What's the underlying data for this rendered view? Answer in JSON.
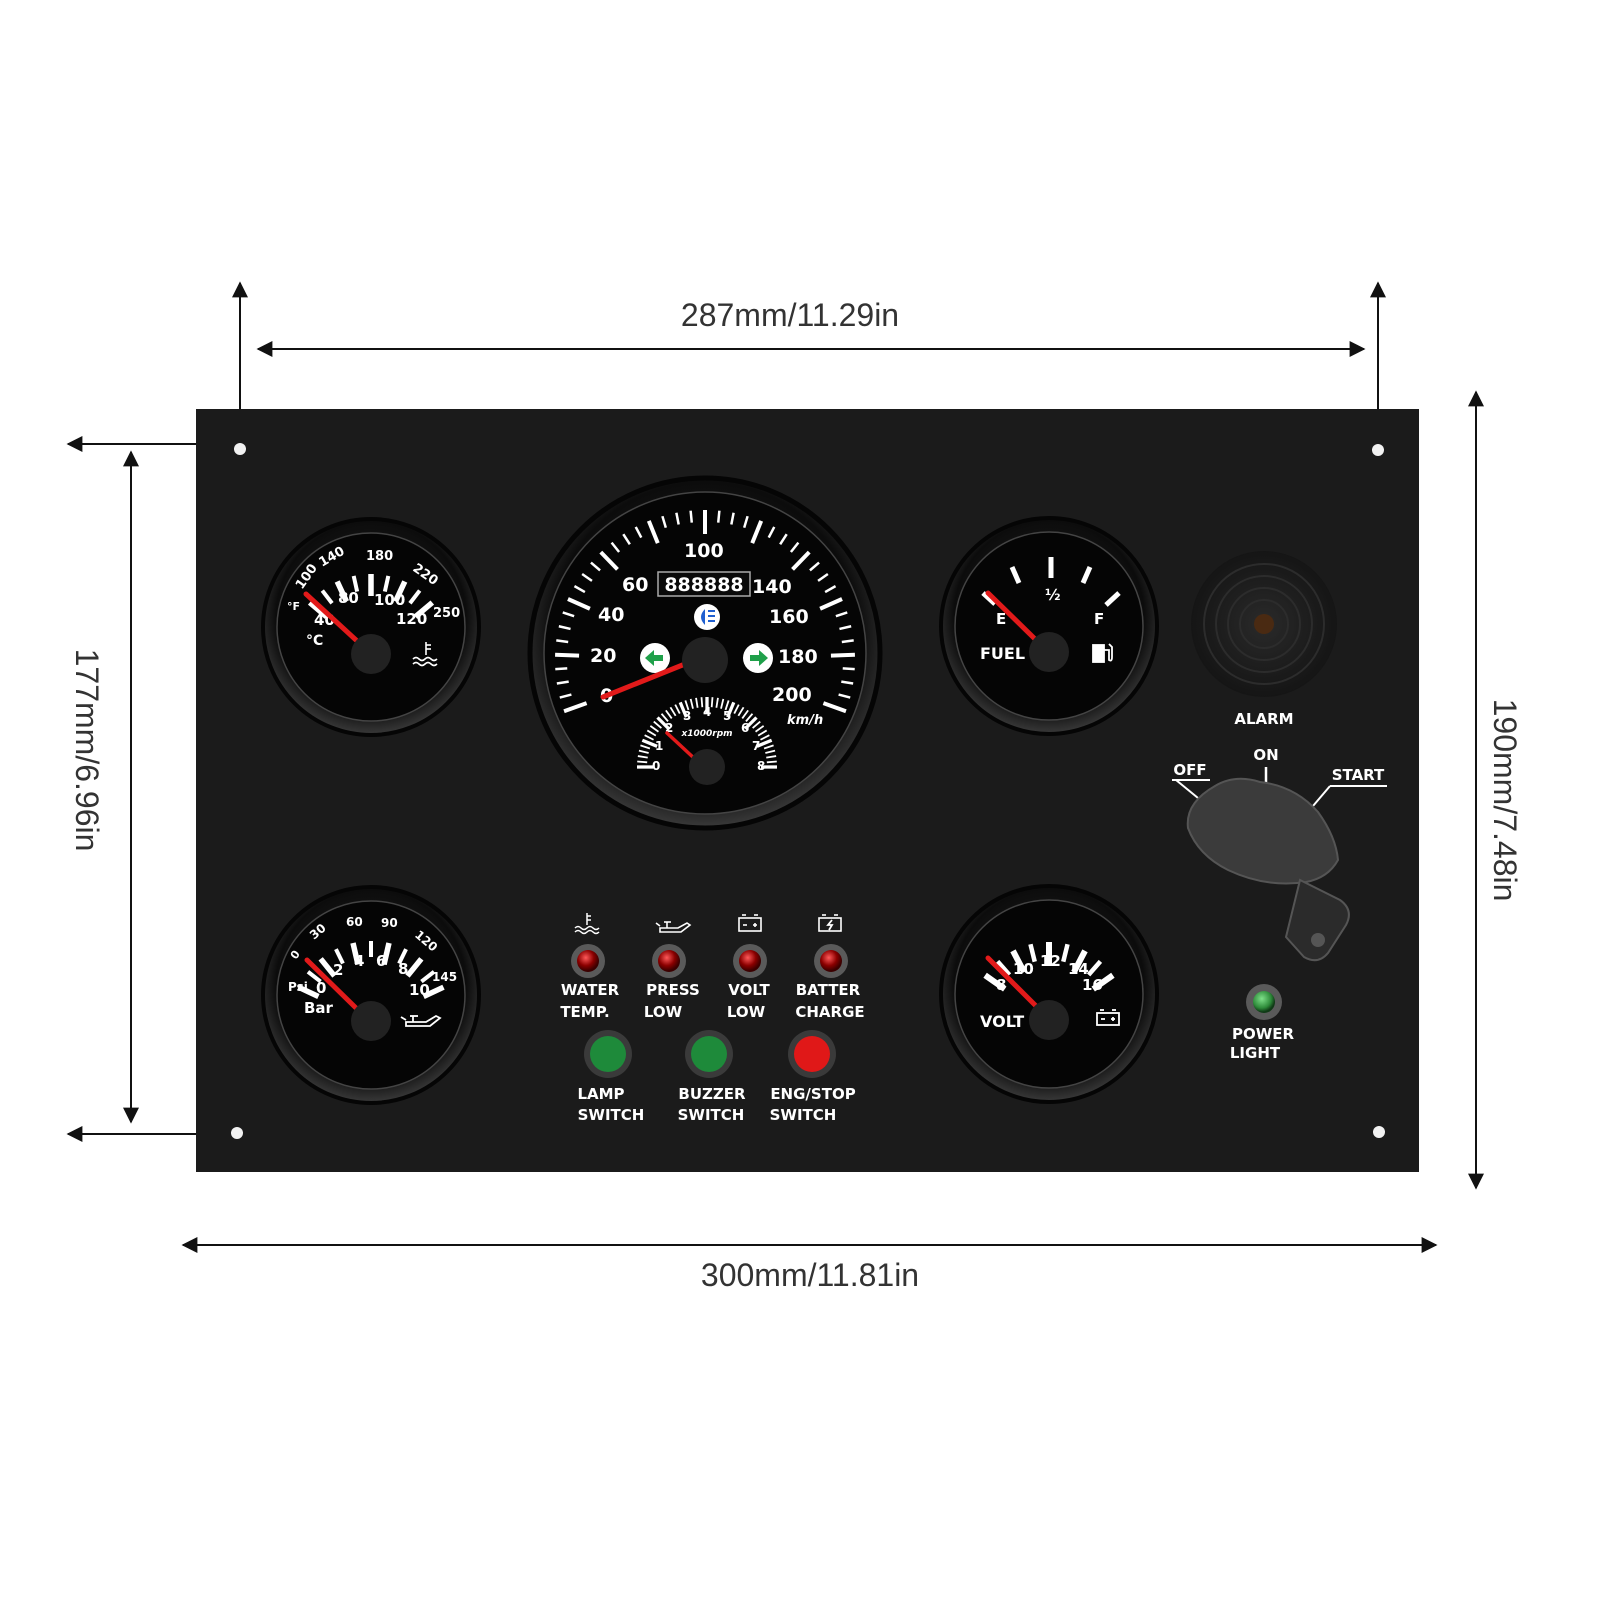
{
  "dimensions": {
    "top": "287mm/11.29in",
    "bottom": "300mm/11.81in",
    "left": "177mm/6.96in",
    "right": "190mm/7.48in"
  },
  "temp_gauge": {
    "f_ticks": [
      "100",
      "140",
      "180",
      "220",
      "250"
    ],
    "c_ticks": [
      "40",
      "80",
      "100",
      "120"
    ],
    "f_unit": "°F",
    "c_unit": "°C",
    "icon": "coolant-temp-icon",
    "needle_value_c": 40
  },
  "speedometer": {
    "ticks": [
      "0",
      "20",
      "40",
      "60",
      "100",
      "140",
      "160",
      "180",
      "200"
    ],
    "unit": "km/h",
    "odometer": "888888",
    "needle_value": 0,
    "tach_ticks": [
      "0",
      "1",
      "2",
      "3",
      "4",
      "5",
      "6",
      "7",
      "8"
    ],
    "tach_unit": "x1000rpm",
    "tach_needle_value": 2,
    "icons": [
      "headlight-icon",
      "turn-left-icon",
      "turn-right-icon"
    ]
  },
  "fuel_gauge": {
    "empty": "E",
    "half": "½",
    "full": "F",
    "label": "FUEL",
    "icon": "fuel-pump-icon",
    "needle_value": 0
  },
  "oil_gauge": {
    "psi_ticks": [
      "0",
      "30",
      "60",
      "90",
      "120",
      "145"
    ],
    "bar_ticks": [
      "0",
      "2",
      "4",
      "6",
      "8",
      "10"
    ],
    "psi_unit": "Psi",
    "bar_unit": "Bar",
    "icon": "oil-can-icon",
    "needle_value_bar": 0
  },
  "volt_gauge": {
    "ticks": [
      "8",
      "10",
      "12",
      "14",
      "16"
    ],
    "label": "VOLT",
    "icon": "battery-icon",
    "needle_value": 8
  },
  "warning_lights": [
    {
      "icon": "coolant-temp-icon",
      "line1": "WATER",
      "line2": "TEMP.",
      "color": "#8b0000"
    },
    {
      "icon": "oil-can-icon",
      "line1": "PRESS",
      "line2": "LOW",
      "color": "#8b0000"
    },
    {
      "icon": "battery-icon",
      "line1": "VOLT",
      "line2": "LOW",
      "color": "#8b0000"
    },
    {
      "icon": "battery-charge-icon",
      "line1": "BATTER",
      "line2": "CHARGE",
      "color": "#8b0000"
    }
  ],
  "switches": [
    {
      "line1": "LAMP",
      "line2": "SWITCH",
      "color": "#1e8a3a"
    },
    {
      "line1": "BUZZER",
      "line2": "SWITCH",
      "color": "#1e8a3a"
    },
    {
      "line1": "ENG/STOP",
      "line2": "SWITCH",
      "color": "#e01818"
    }
  ],
  "alarm": {
    "label": "ALARM"
  },
  "ignition": {
    "off": "OFF",
    "on": "ON",
    "start": "START"
  },
  "power_light": {
    "line1": "POWER",
    "line2": "LIGHT",
    "color": "#2e8b3a"
  },
  "colors": {
    "panel": "#1b1b1b",
    "needle": "#e21a1a",
    "bezel": "#111111"
  }
}
